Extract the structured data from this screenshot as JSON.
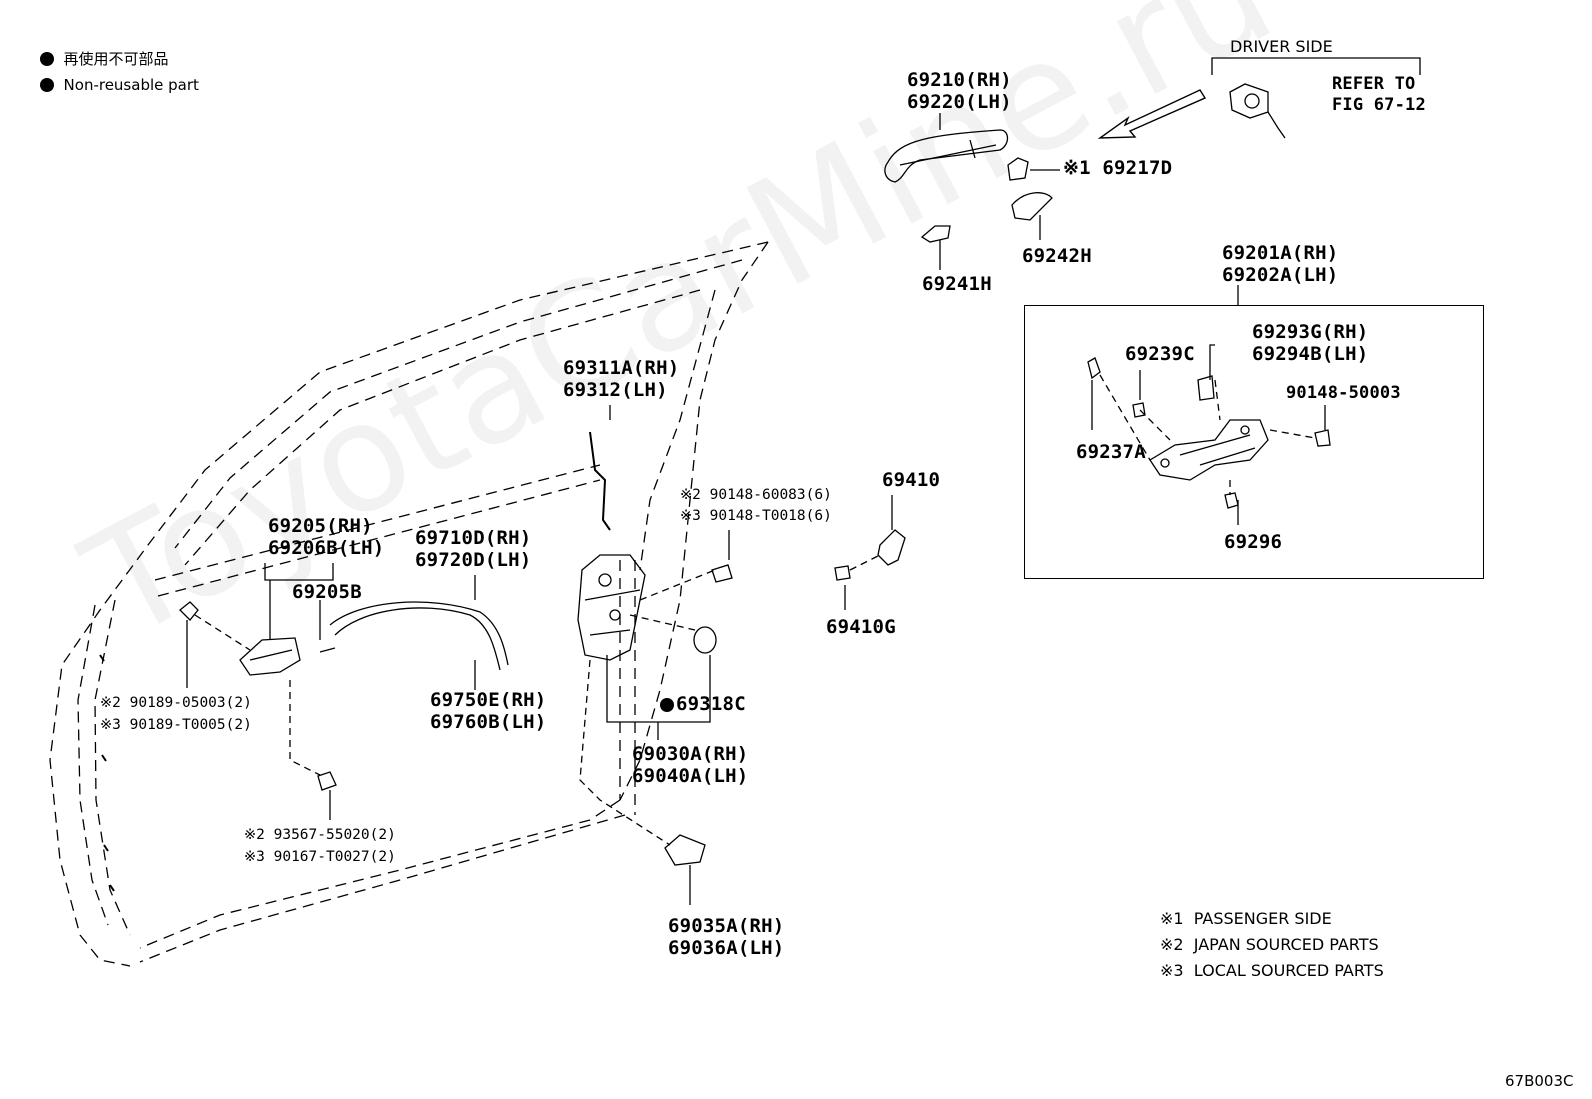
{
  "legend_top": {
    "line1": "再使用不可部品",
    "line2": "Non-reusable part"
  },
  "driver_side": {
    "title": "DRIVER SIDE",
    "refer_line1": "REFER TO",
    "refer_line2": "FIG 67-12"
  },
  "labels": {
    "p69210": "69210(RH)",
    "p69220": "69220(LH)",
    "p69217d": "※1 69217D",
    "p69242h": "69242H",
    "p69241h": "69241H",
    "p69201a": "69201A(RH)",
    "p69202a": "69202A(LH)",
    "p69239c": "69239C",
    "p69293g": "69293G(RH)",
    "p69294b": "69294B(LH)",
    "p90148_50003": "90148-50003",
    "p69237a": "69237A",
    "p69296": "69296",
    "p69410": "69410",
    "p69410g": "69410G",
    "p69311a": "69311A(RH)",
    "p69312": "69312(LH)",
    "p90148_60083": "※2 90148-60083(6)",
    "p90148_t0018": "※3 90148-T0018(6)",
    "p69205": "69205(RH)",
    "p69206b": "69206B(LH)",
    "p69205b": "69205B",
    "p69710d": "69710D(RH)",
    "p69720d": "69720D(LH)",
    "p69750e": "69750E(RH)",
    "p69760b": "69760B(LH)",
    "p69318c": "69318C",
    "p69030a": "69030A(RH)",
    "p69040a": "69040A(LH)",
    "p90189_05003": "※2 90189-05003(2)",
    "p90189_t0005": "※3 90189-T0005(2)",
    "p93567": "※2 93567-55020(2)",
    "p90167": "※3 90167-T0027(2)",
    "p69035a": "69035A(RH)",
    "p69036a": "69036A(LH)"
  },
  "notes": {
    "n1": "※1  PASSENGER SIDE",
    "n2": "※2  JAPAN SOURCED PARTS",
    "n3": "※3  LOCAL SOURCED PARTS"
  },
  "figure_code": "67B003C",
  "watermark": "ToyotaCarMine.ru"
}
